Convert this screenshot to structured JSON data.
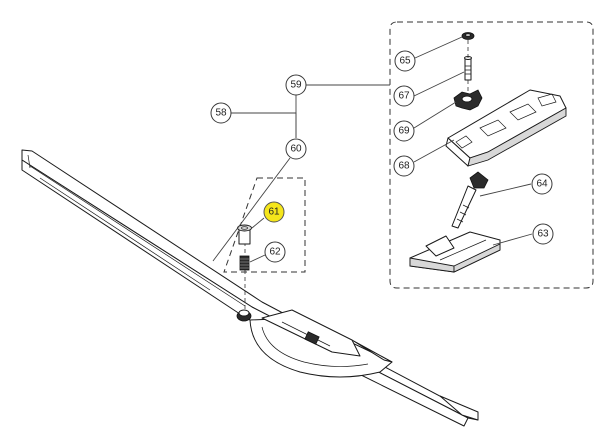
{
  "callouts": [
    {
      "id": "58",
      "label": "58",
      "highlight": false
    },
    {
      "id": "59",
      "label": "59",
      "highlight": false
    },
    {
      "id": "60",
      "label": "60",
      "highlight": false
    },
    {
      "id": "61",
      "label": "61",
      "highlight": true
    },
    {
      "id": "62",
      "label": "62",
      "highlight": false
    },
    {
      "id": "63",
      "label": "63",
      "highlight": false
    },
    {
      "id": "64",
      "label": "64",
      "highlight": false
    },
    {
      "id": "65",
      "label": "65",
      "highlight": false
    },
    {
      "id": "67",
      "label": "67",
      "highlight": false
    },
    {
      "id": "68",
      "label": "68",
      "highlight": false
    },
    {
      "id": "69",
      "label": "69",
      "highlight": false
    }
  ],
  "colors": {
    "highlight": "#f5e61b",
    "line": "#1a1a1a",
    "background": "#ffffff"
  }
}
